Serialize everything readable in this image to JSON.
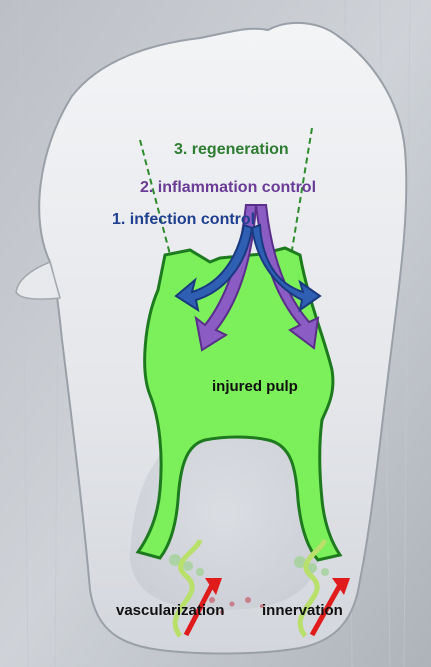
{
  "labels": {
    "regeneration": "3. regeneration",
    "inflammation_control": "2. inflammation control",
    "infection_control": "1. infection control",
    "injured_pulp": "injured pulp",
    "vascularization": "vascularization",
    "innervation": "innervation"
  },
  "colors": {
    "regeneration": "#2e7d32",
    "inflammation_control": "#6a3c96",
    "infection_control": "#1f3f8f",
    "pulp_fill": "#7cf05a",
    "pulp_outline": "#1e7a1e",
    "vascular_arrow": "#e01b1b",
    "nerve_arrow": "#b8e06a",
    "label_dark": "#111111"
  }
}
